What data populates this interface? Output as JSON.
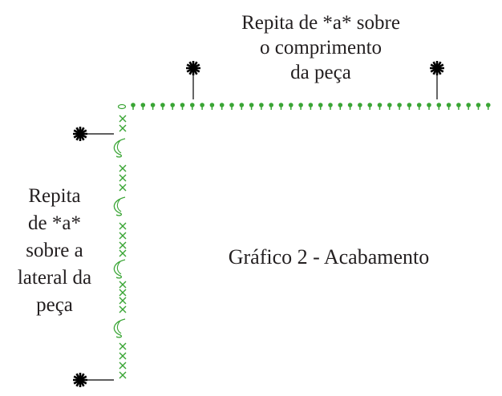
{
  "diagram": {
    "title": "Gráfico 2 - Acabamento",
    "top_instruction": [
      "Repita de *a* sobre",
      "o comprimento",
      "da peça"
    ],
    "side_instruction": [
      "Repita",
      "de *a*",
      "sobre a",
      "lateral da",
      "peça"
    ],
    "markers": {
      "symbol": "*",
      "count": 4
    },
    "colors": {
      "stitch": "#3aa535",
      "marker": "#000000",
      "text": "#231f20"
    },
    "stitch_legend": {
      "top_row": "dot-stitch",
      "side_column": [
        "cross-stitch",
        "chain-loop"
      ]
    }
  }
}
